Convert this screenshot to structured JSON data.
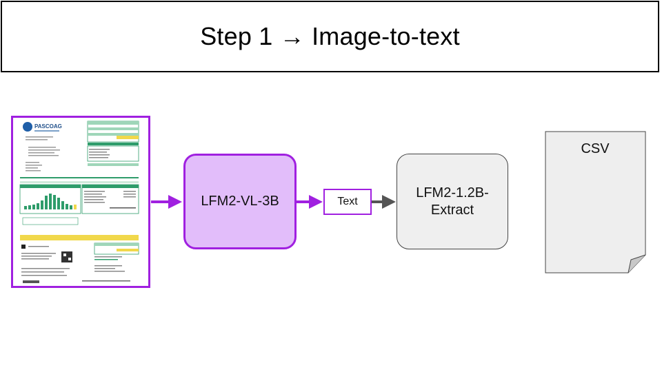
{
  "title": "Step 1 → Image-to-text",
  "document": {
    "company": "PASCOAG",
    "icon": "utility-bill-thumbnail"
  },
  "steps": {
    "vision_model": "LFM2-VL-3B",
    "intermediate": "Text",
    "extract_model": "LFM2-1.2B-\nExtract",
    "output": "CSV"
  },
  "colors": {
    "accent_purple": "#a020e0",
    "vl_fill": "#e2bdfa",
    "extract_fill": "#efefef",
    "gray_arrow": "#555555",
    "bill_green": "#2e9c6a",
    "bill_yellow": "#f1d84b"
  }
}
